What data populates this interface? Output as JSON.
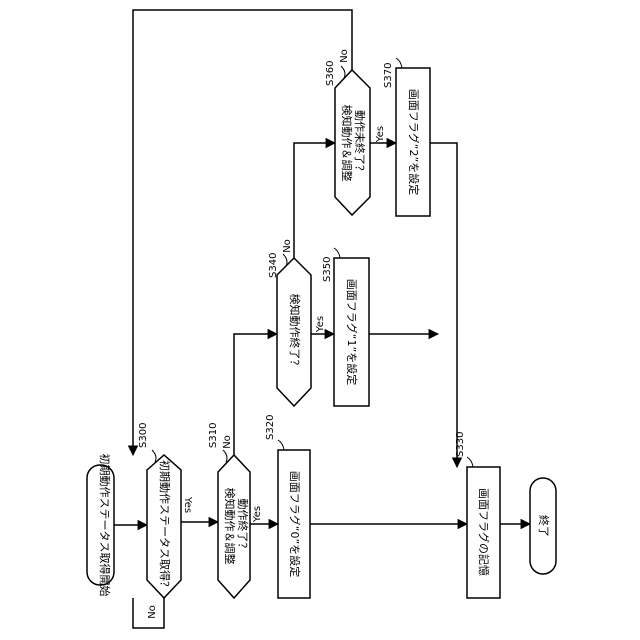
{
  "nodes": {
    "start": "初期動作ステータス取得開始",
    "s300": "初期動作ステータス取得？",
    "s310_line1": "検知動作＆調整",
    "s310_line2": "動作終了？",
    "s320": "画面フラグ“0”を設定",
    "s330": "画面フラグの記憶",
    "s340": "検知動作終了？",
    "s350": "画面フラグ“1”を設定",
    "s360_line1": "検知動作＆調整",
    "s360_line2": "動作未終了？",
    "s370": "画面フラグ“2”を設定",
    "end": "終了"
  },
  "step_labels": {
    "s300": "S300",
    "s310": "S310",
    "s320": "S320",
    "s330": "S330",
    "s340": "S340",
    "s350": "S350",
    "s360": "S360",
    "s370": "S370"
  },
  "branch_labels": {
    "yes": "Yes",
    "no": "No"
  },
  "colors": {
    "stroke": "#000000",
    "background": "#ffffff"
  }
}
